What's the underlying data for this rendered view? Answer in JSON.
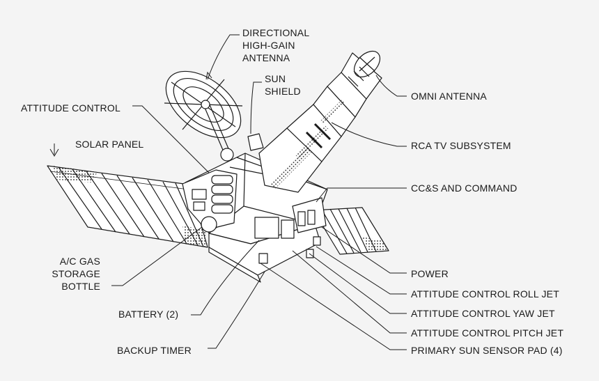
{
  "labels": {
    "directional_antenna": [
      "DIRECTIONAL",
      "HIGH-GAIN",
      "ANTENNA"
    ],
    "sun_shield": [
      "SUN",
      "SHIELD"
    ],
    "attitude_control": "ATTITUDE CONTROL",
    "solar_panel": "SOLAR PANEL",
    "ac_gas_bottle": [
      "A/C GAS",
      "STORAGE",
      "BOTTLE"
    ],
    "battery": "BATTERY (2)",
    "backup_timer": "BACKUP TIMER",
    "omni_antenna": "OMNI ANTENNA",
    "rca_tv": "RCA TV SUBSYSTEM",
    "ccs_command": "CC&S AND COMMAND",
    "power": "POWER",
    "roll_jet": "ATTITUDE CONTROL ROLL JET",
    "yaw_jet": "ATTITUDE CONTROL YAW JET",
    "pitch_jet": "ATTITUDE CONTROL PITCH JET",
    "sun_sensor": "PRIMARY SUN SENSOR PAD (4)"
  },
  "colors": {
    "background": "#f4f4f4",
    "line": "#1a1a1a",
    "fill": "#ffffff",
    "shade": "#9a9a9a"
  }
}
